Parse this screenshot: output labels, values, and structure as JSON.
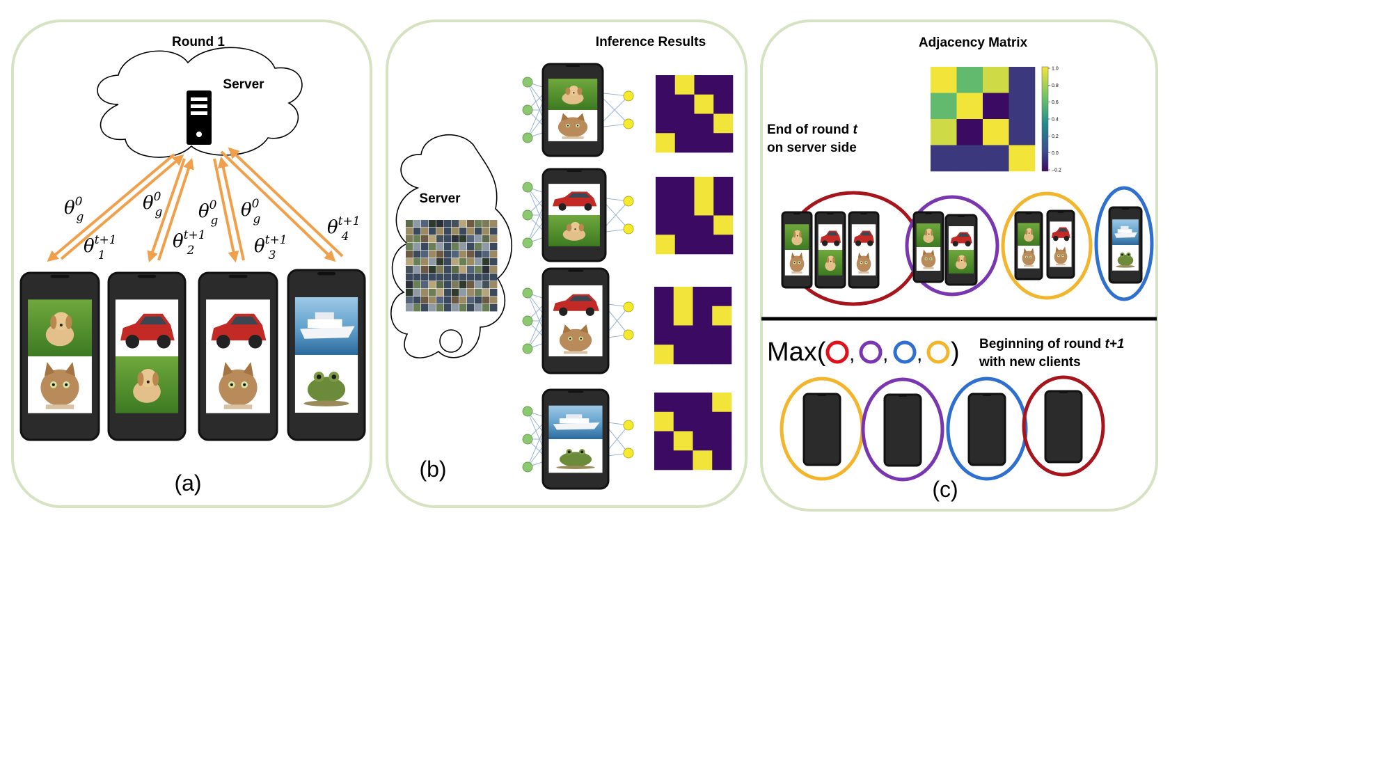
{
  "panel_a": {
    "title": "Round 1",
    "server_label": "Server",
    "caption": "(a)",
    "arrow_labels": [
      {
        "base": "θ",
        "sub": "g",
        "sup": "0"
      },
      {
        "base": "θ",
        "sub": "1",
        "sup": "t+1"
      },
      {
        "base": "θ",
        "sub": "g",
        "sup": "0"
      },
      {
        "base": "θ",
        "sub": "2",
        "sup": "t+1"
      },
      {
        "base": "θ",
        "sub": "g",
        "sup": "0"
      },
      {
        "base": "θ",
        "sub": "g",
        "sup": "0"
      },
      {
        "base": "θ",
        "sub": "3",
        "sup": "t+1"
      },
      {
        "base": "θ",
        "sub": "4",
        "sup": "t+1"
      }
    ],
    "phones": [
      {
        "images": [
          "dog",
          "cat"
        ]
      },
      {
        "images": [
          "car",
          "dog"
        ]
      },
      {
        "images": [
          "car",
          "cat"
        ]
      },
      {
        "images": [
          "ship",
          "frog"
        ]
      }
    ]
  },
  "panel_b": {
    "title": "Inference Results",
    "server_label": "Server",
    "caption": "(b)",
    "matrices": [
      [
        [
          0,
          1,
          0,
          0
        ],
        [
          0,
          0,
          1,
          0
        ],
        [
          0,
          0,
          0,
          1
        ],
        [
          1,
          0,
          0,
          0
        ]
      ],
      [
        [
          0,
          0,
          1,
          0
        ],
        [
          0,
          0,
          1,
          0
        ],
        [
          0,
          0,
          0,
          1
        ],
        [
          1,
          0,
          0,
          0
        ]
      ],
      [
        [
          0,
          1,
          0,
          0
        ],
        [
          0,
          1,
          0,
          1
        ],
        [
          0,
          0,
          0,
          0
        ],
        [
          1,
          0,
          0,
          0
        ]
      ],
      [
        [
          0,
          0,
          0,
          1
        ],
        [
          1,
          0,
          0,
          0
        ],
        [
          0,
          1,
          0,
          0
        ],
        [
          0,
          0,
          1,
          0
        ]
      ]
    ]
  },
  "panel_c": {
    "title": "Adjacency Matrix",
    "end_round_line1": "End of round ",
    "end_round_t": "t",
    "end_round_line2": "on server side",
    "heatmap": [
      [
        1.0,
        0.6,
        0.9,
        0.0
      ],
      [
        0.6,
        1.0,
        -0.2,
        0.0
      ],
      [
        0.9,
        -0.2,
        1.0,
        0.0
      ],
      [
        0.0,
        0.0,
        0.0,
        1.0
      ]
    ],
    "colorbar_ticks": [
      "1.0",
      "0.8",
      "0.6",
      "0.4",
      "0.2",
      "0.0",
      "−0.2"
    ],
    "max_label": "Max(",
    "max_close": ")",
    "max_commas": [
      ",",
      ",",
      ","
    ],
    "max_circle_colors": [
      "#e0101a",
      "#7a36b0",
      "#2e6fd0",
      "#f2b52c"
    ],
    "begin_line1": "Beginning of round ",
    "begin_t": "t+1",
    "begin_line2": "with new clients",
    "caption": "(c)",
    "clusters": [
      {
        "color": "#a8141c",
        "phones": [
          [
            "dog",
            "cat"
          ],
          [
            "car",
            "dog"
          ],
          [
            "car",
            "cat"
          ]
        ]
      },
      {
        "color": "#7a36b0",
        "phones": [
          [
            "dog",
            "cat"
          ],
          [
            "car",
            "dog"
          ]
        ]
      },
      {
        "color": "#f2b52c",
        "phones": [
          [
            "dog",
            "cat"
          ],
          [
            "car",
            "cat"
          ]
        ]
      },
      {
        "color": "#2e6fd0",
        "phones": [
          [
            "ship",
            "frog"
          ]
        ]
      }
    ],
    "new_client_colors": [
      "#f2b52c",
      "#7a36b0",
      "#2e6fd0",
      "#a8141c"
    ]
  },
  "colors": {
    "panel_border": "#d6e3c3",
    "arrow": "#f0a04b",
    "matrix_on": "#f3e43a",
    "matrix_off": "#3b0a63",
    "node_in": "#8cc870",
    "node_out": "#f5ea2e",
    "phone_frame": "#111111",
    "phone_body": "#2b2b2b"
  }
}
